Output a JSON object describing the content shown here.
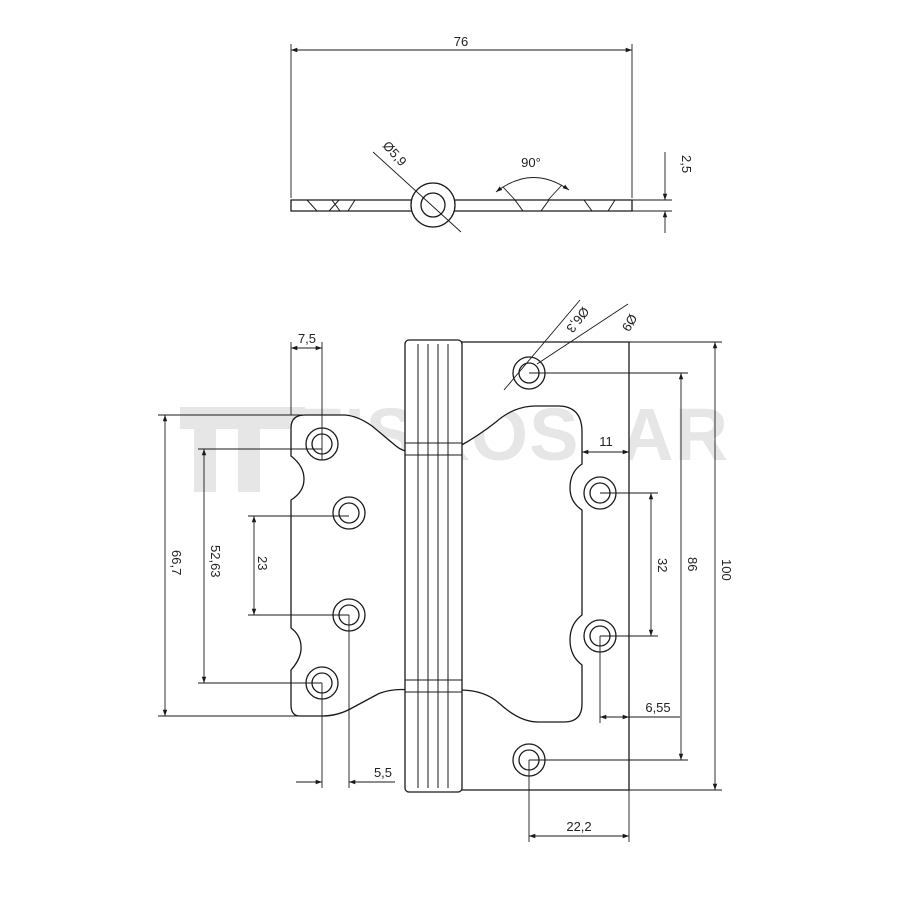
{
  "watermark": {
    "brand_text": "FISKOSTAR",
    "color": "#e6e6e6"
  },
  "top_view": {
    "dims": {
      "overall_width": "76",
      "pin_diameter": "Ø5,9",
      "countersink_angle": "90°",
      "leaf_thickness": "2,5"
    }
  },
  "front_view": {
    "dims": {
      "edge_to_left_holes": "7,5",
      "hole_diameter": "Ø6,3",
      "countersink_diameter": "Ø9",
      "right_hole_inset": "11",
      "left_span_outer": "66,7",
      "left_span_inner": "52,63",
      "left_span_middle": "23",
      "right_holes_spacing": "32",
      "right_outer_holes_spacing": "86",
      "overall_height": "100",
      "right_hole_offset": "6,55",
      "left_hole_offset": "5,5",
      "right_edge_to_holes": "22,2"
    }
  },
  "colors": {
    "line": "#1a1a1a",
    "background": "#ffffff"
  }
}
